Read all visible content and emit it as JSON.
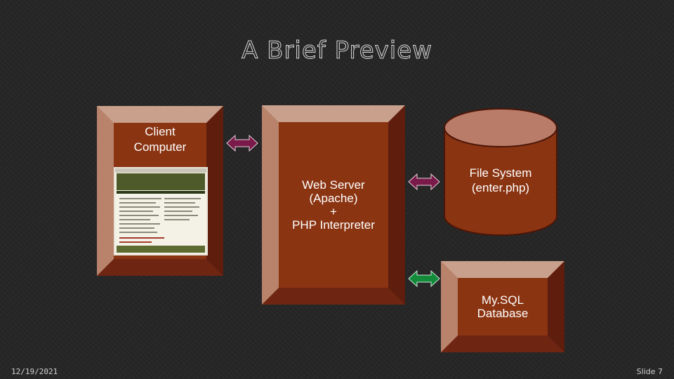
{
  "slide": {
    "title": "A Brief Preview",
    "date": "12/19/2021",
    "number": "Slide 7"
  },
  "diagram": {
    "client": {
      "label": "Client\nComputer",
      "screenshot": "web-page-thumbnail"
    },
    "web_server": {
      "label": "Web Server\n(Apache)\n+\nPHP Interpreter"
    },
    "file_system": {
      "label": "File System\n(enter.php)"
    },
    "database": {
      "label": "My.SQL\nDatabase"
    },
    "connections": [
      {
        "name": "client-webserver",
        "color": "#7a1a4a"
      },
      {
        "name": "webserver-filesystem",
        "color": "#7a1a4a"
      },
      {
        "name": "webserver-database",
        "color": "#138a3a"
      }
    ]
  },
  "colors": {
    "box_fill": "#8a3412",
    "bevel_light": "#c9a08c",
    "bevel_dark": "#5e1d0d",
    "cylinder_top": "#b97c68",
    "background": "#262626"
  }
}
